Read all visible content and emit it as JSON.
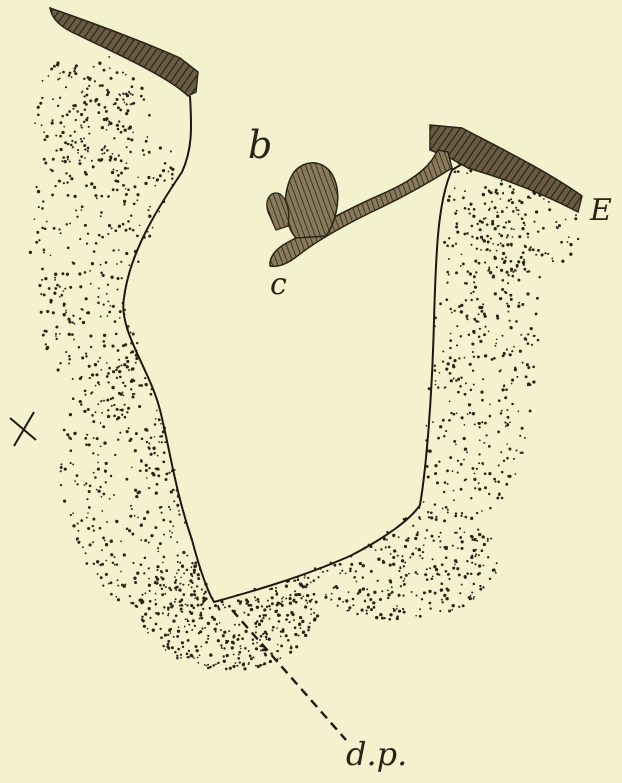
{
  "figure": {
    "labels": {
      "b": "b",
      "c": "c",
      "E": "E",
      "x": "X",
      "dp": "d.p."
    }
  },
  "colors": {
    "paper": "#f4f1cf",
    "ink": "#2a2418",
    "epithelium": "#4a4030"
  }
}
